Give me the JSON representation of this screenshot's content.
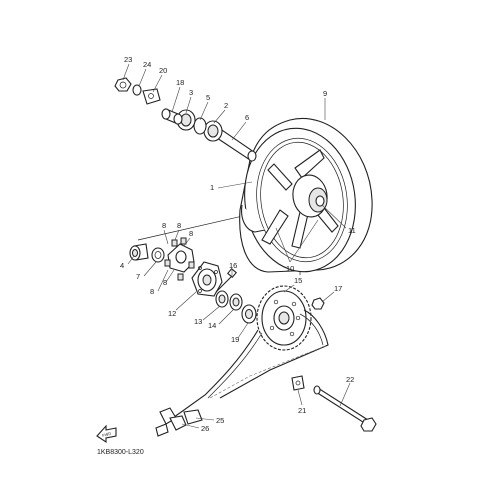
{
  "diagram": {
    "code": "1KB8300-L320",
    "callouts": [
      {
        "id": "c23",
        "text": "23"
      },
      {
        "id": "c24",
        "text": "24"
      },
      {
        "id": "c20",
        "text": "20"
      },
      {
        "id": "c18",
        "text": "18"
      },
      {
        "id": "c3",
        "text": "3"
      },
      {
        "id": "c5",
        "text": "5"
      },
      {
        "id": "c2",
        "text": "2"
      },
      {
        "id": "c6",
        "text": "6"
      },
      {
        "id": "c9",
        "text": "9"
      },
      {
        "id": "c1",
        "text": "1"
      },
      {
        "id": "c11",
        "text": "11"
      },
      {
        "id": "c10",
        "text": "10"
      },
      {
        "id": "c8a",
        "text": "8"
      },
      {
        "id": "c8b",
        "text": "8"
      },
      {
        "id": "c8c",
        "text": "8"
      },
      {
        "id": "c4",
        "text": "4"
      },
      {
        "id": "c7",
        "text": "7"
      },
      {
        "id": "c8d",
        "text": "8"
      },
      {
        "id": "c8e",
        "text": "8"
      },
      {
        "id": "c16",
        "text": "16"
      },
      {
        "id": "c15",
        "text": "15"
      },
      {
        "id": "c17",
        "text": "17"
      },
      {
        "id": "c12",
        "text": "12"
      },
      {
        "id": "c13",
        "text": "13"
      },
      {
        "id": "c14",
        "text": "14"
      },
      {
        "id": "c19",
        "text": "19"
      },
      {
        "id": "c22",
        "text": "22"
      },
      {
        "id": "c21",
        "text": "21"
      },
      {
        "id": "c25",
        "text": "25"
      },
      {
        "id": "c26",
        "text": "26"
      }
    ],
    "icons": {
      "front_arrow": "front-direction-arrow-icon"
    }
  }
}
